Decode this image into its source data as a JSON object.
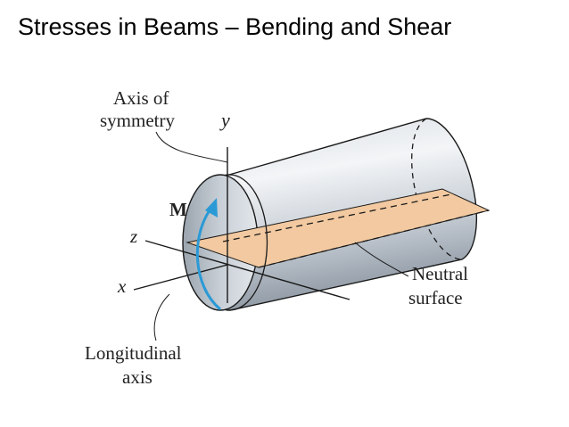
{
  "slide": {
    "title": "Stresses in Beams – Bending and Shear"
  },
  "diagram": {
    "labels": {
      "axis_of_symmetry_line1": "Axis of",
      "axis_of_symmetry_line2": "symmetry",
      "y_axis": "y",
      "z_axis": "z",
      "x_axis": "x",
      "moment": "M",
      "neutral_surface_line1": "Neutral",
      "neutral_surface_line2": "surface",
      "longitudinal_axis_line1": "Longitudinal",
      "longitudinal_axis_line2": "axis"
    },
    "colors": {
      "beam_light": "#eef1f4",
      "beam_mid": "#b9c2cb",
      "beam_dark": "#7f8994",
      "neutral_surface": "#f2c9a0",
      "moment_arrow": "#2a9ad6",
      "line": "#1a1a1a"
    }
  }
}
